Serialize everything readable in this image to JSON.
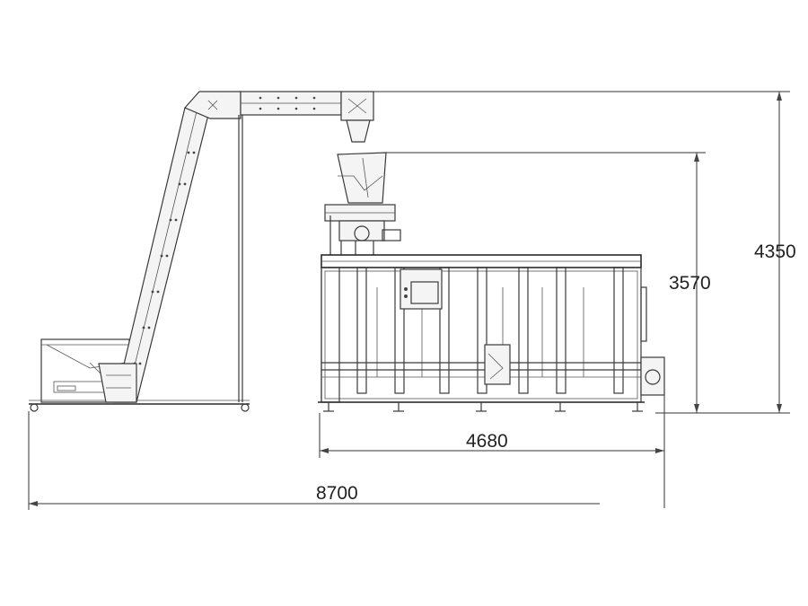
{
  "dimensions": {
    "height_total": "4350",
    "height_machine": "3570",
    "width_machine": "4680",
    "length_total": "8700"
  }
}
